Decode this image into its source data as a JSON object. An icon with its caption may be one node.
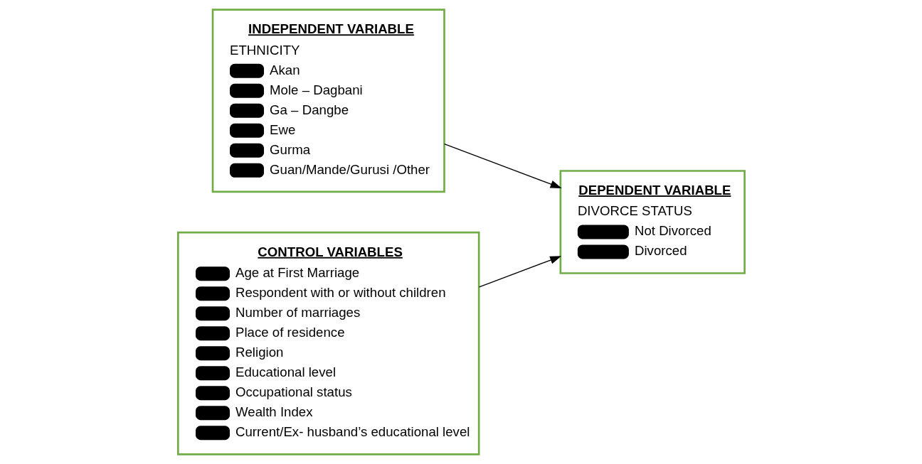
{
  "diagram": {
    "nodes": [
      {
        "text": [
          "INDEPENDENT VARIABLE",
          "ETHNICITY",
          "Akan",
          "Mole – Dagbani",
          "Ga – Dangbe",
          "Ewe",
          "Gurma",
          "Guan/Mande/Gurusi /Other"
        ]
      },
      {
        "text": [
          "DEPENDENT VARIABLE",
          "DIVORCE STATUS",
          "Not Divorced",
          "Divorced"
        ]
      },
      {
        "text": [
          "CONTROL VARIABLES",
          "Age at First Marriage",
          "Respondent with or without children",
          "Number of marriages",
          "Place of residence",
          "Religion",
          "Educational level",
          "Occupational status",
          "Wealth Index",
          "Current/Ex- husband’s educational level"
        ]
      }
    ],
    "edges": [
      {
        "from": 0,
        "to": 1,
        "arrow": "to"
      },
      {
        "from": 2,
        "to": 1,
        "arrow": "to"
      }
    ]
  }
}
